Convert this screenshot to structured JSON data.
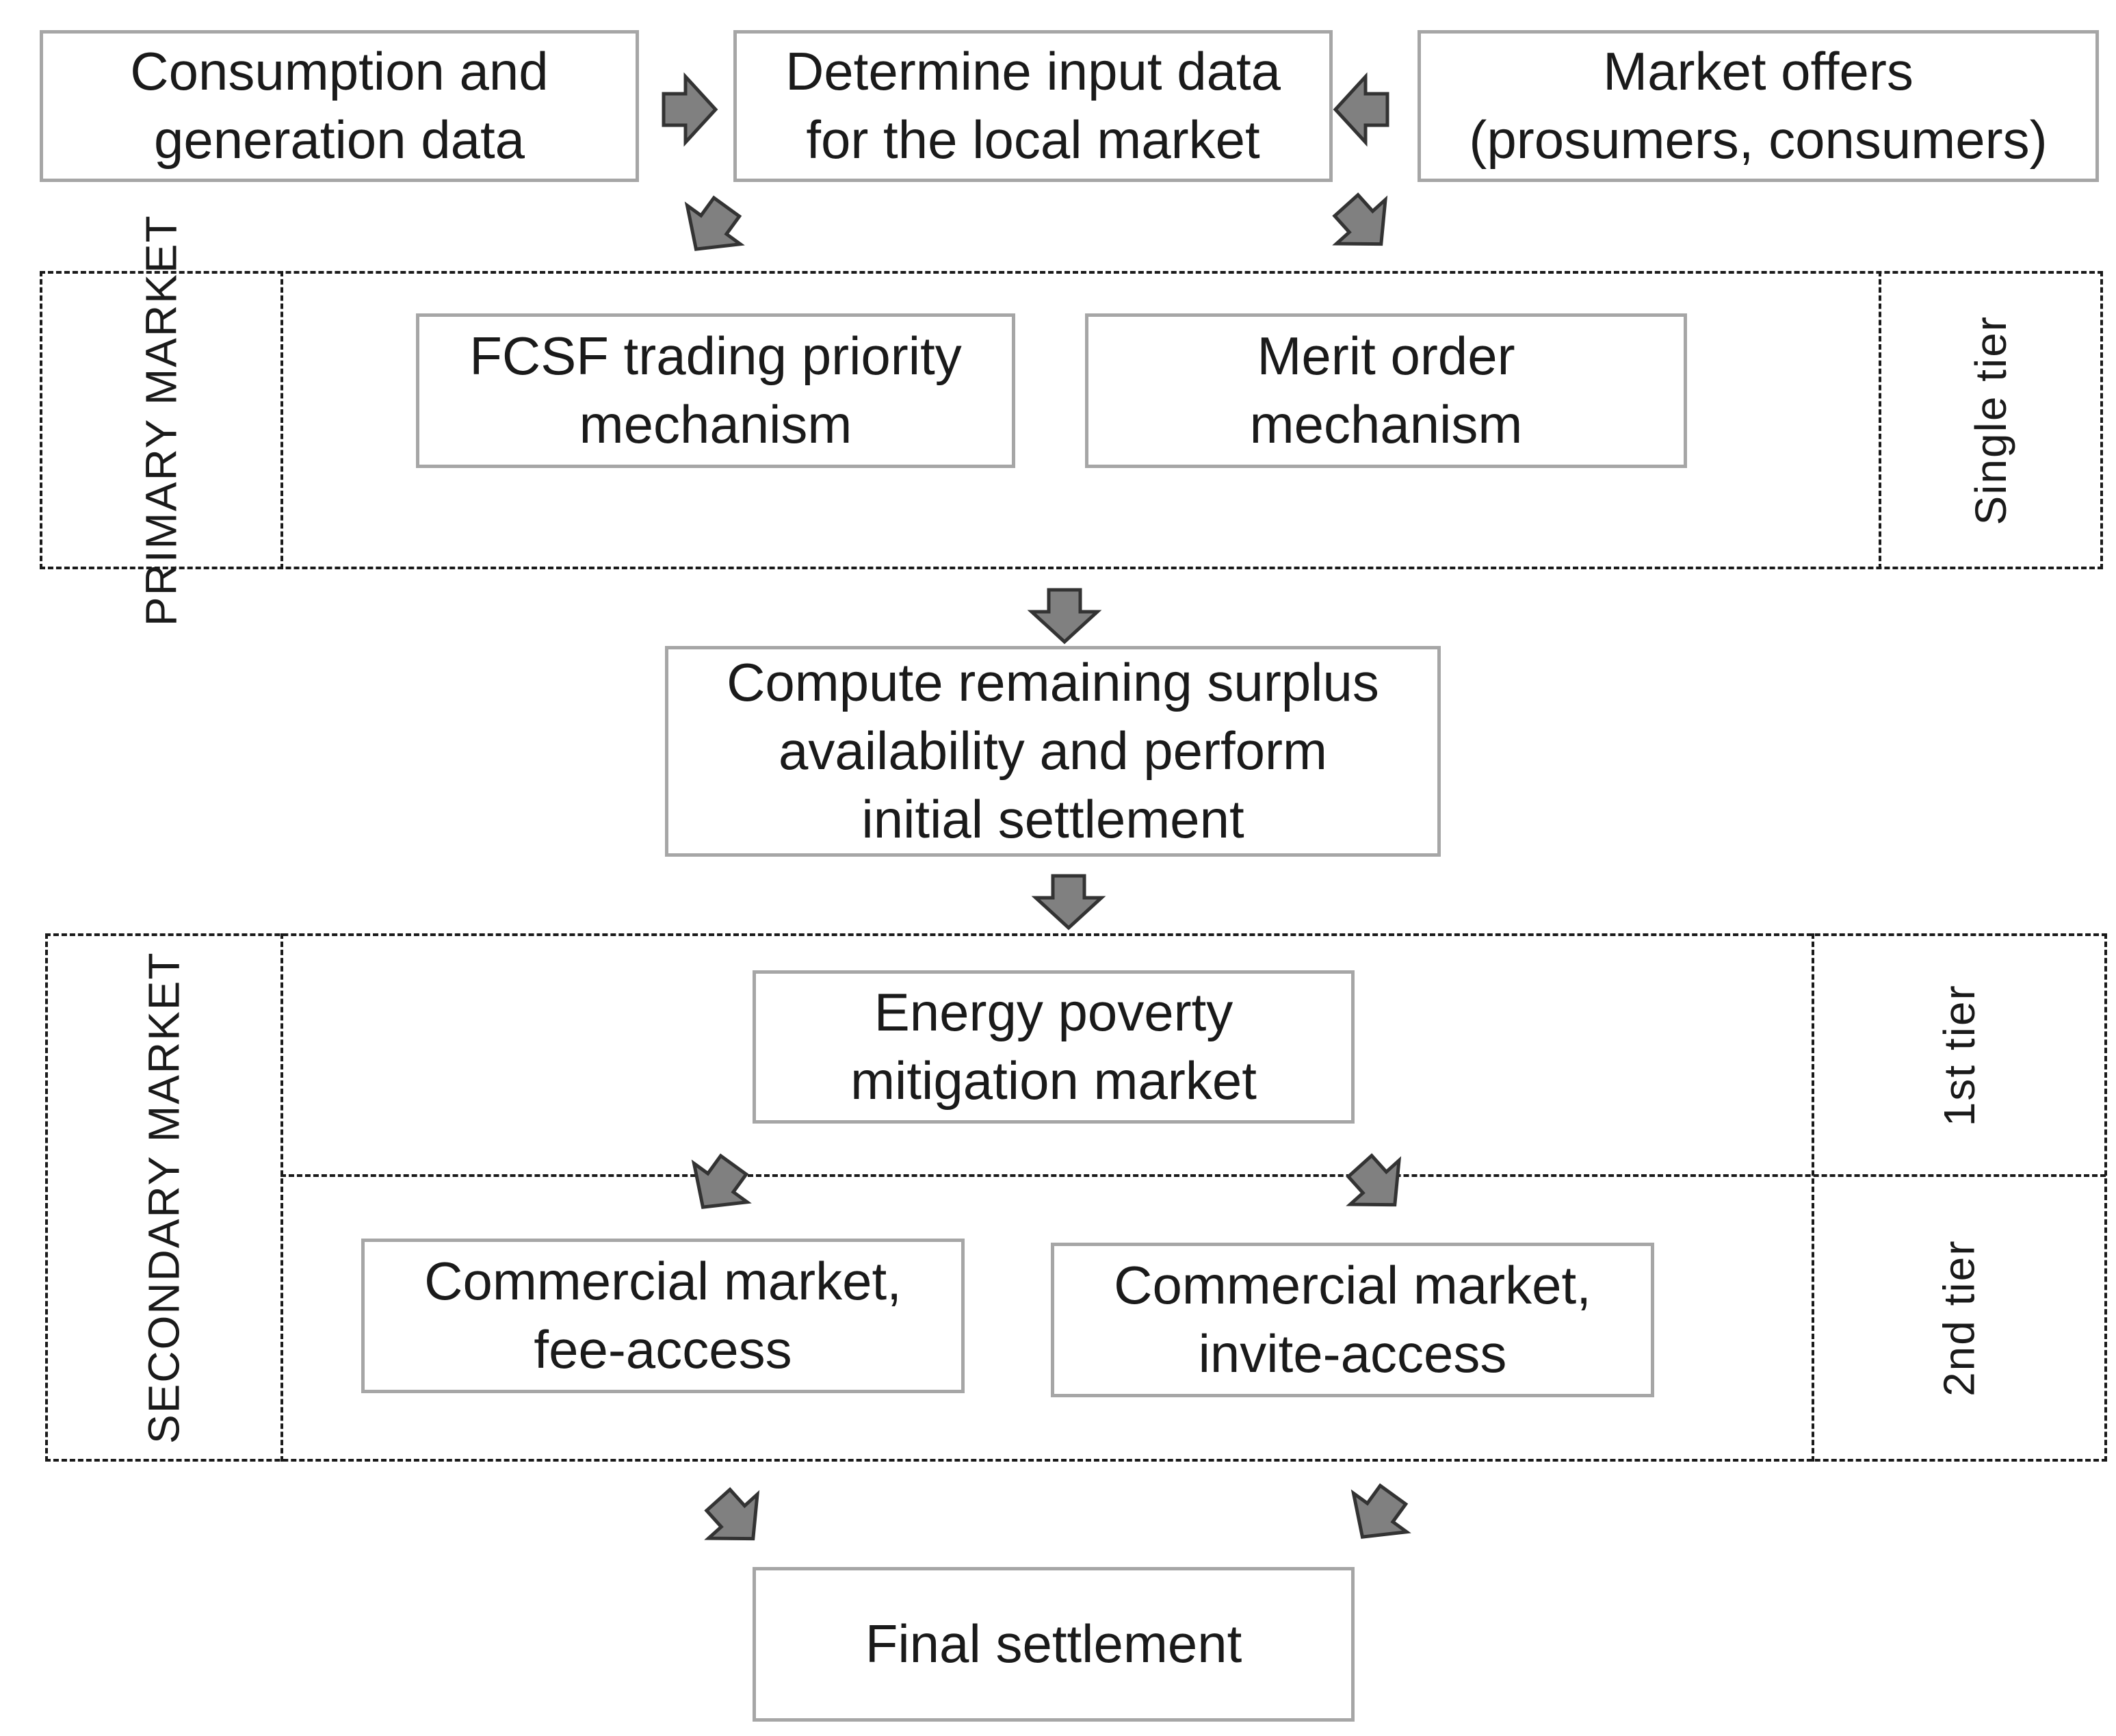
{
  "inputs": {
    "consumption": "Consumption and\ngeneration data",
    "determine": "Determine input data\nfor the local market",
    "offers": "Market offers\n(prosumers, consumers)"
  },
  "primary": {
    "label": "PRIMARY\nMARKET",
    "fcsf": "FCSF trading priority\nmechanism",
    "merit": "Merit order\nmechanism",
    "tier": "Single\ntier"
  },
  "compute": "Compute remaining surplus\navailability and perform\ninitial settlement",
  "secondary": {
    "label": "SECONDARY\nMARKET",
    "energy": "Energy poverty\nmitigation market",
    "fee": "Commercial market,\nfee-access",
    "invite": "Commercial market,\ninvite-access",
    "tier1": "1st tier",
    "tier2": "2nd tier"
  },
  "final": "Final settlement",
  "colors": {
    "arrow_fill": "#808080",
    "arrow_stroke": "#333333",
    "box_border": "#a6a6a6",
    "dash": "#1a1a1a"
  }
}
